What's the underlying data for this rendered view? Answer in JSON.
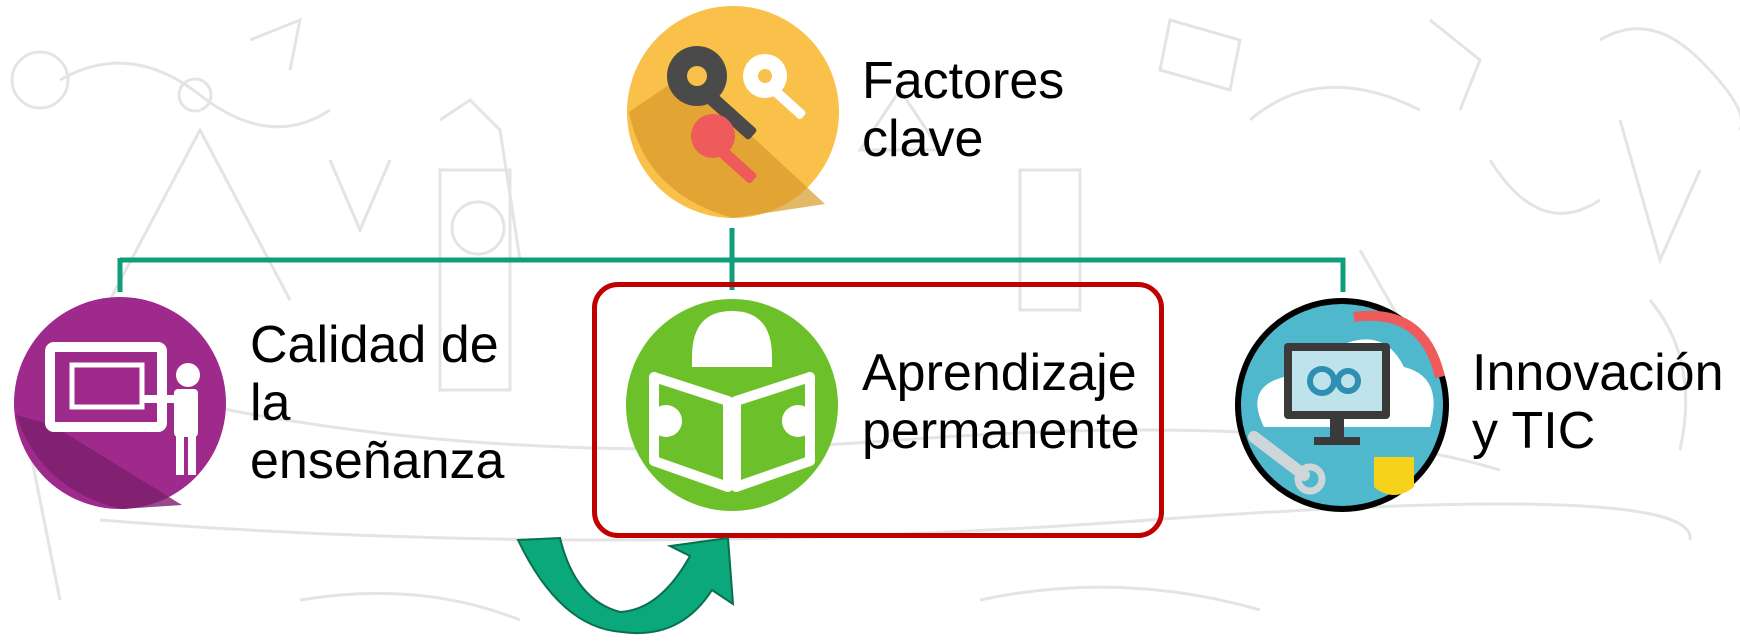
{
  "diagram": {
    "root": {
      "id": "factores",
      "label_lines": [
        "Factores",
        "clave"
      ],
      "icon": "keys-icon",
      "color": "#f9c04a"
    },
    "children": [
      {
        "id": "calidad",
        "label_lines": [
          "Calidad de",
          "la",
          "enseñanza"
        ],
        "icon": "teacher-board-icon",
        "color": "#9e2a8c"
      },
      {
        "id": "aprendizaje",
        "label_lines": [
          "Aprendizaje",
          "permanente"
        ],
        "icon": "reading-book-icon",
        "color": "#6cc12a",
        "highlighted": true
      },
      {
        "id": "innovacion",
        "label_lines": [
          "Innovación",
          "y TIC"
        ],
        "icon": "cloud-computer-gears-icon",
        "color": "#4fb8cc"
      }
    ],
    "connector_color": "#0f9e7b",
    "highlight_color": "#c00000",
    "arrow_color": "#0aa87a"
  }
}
